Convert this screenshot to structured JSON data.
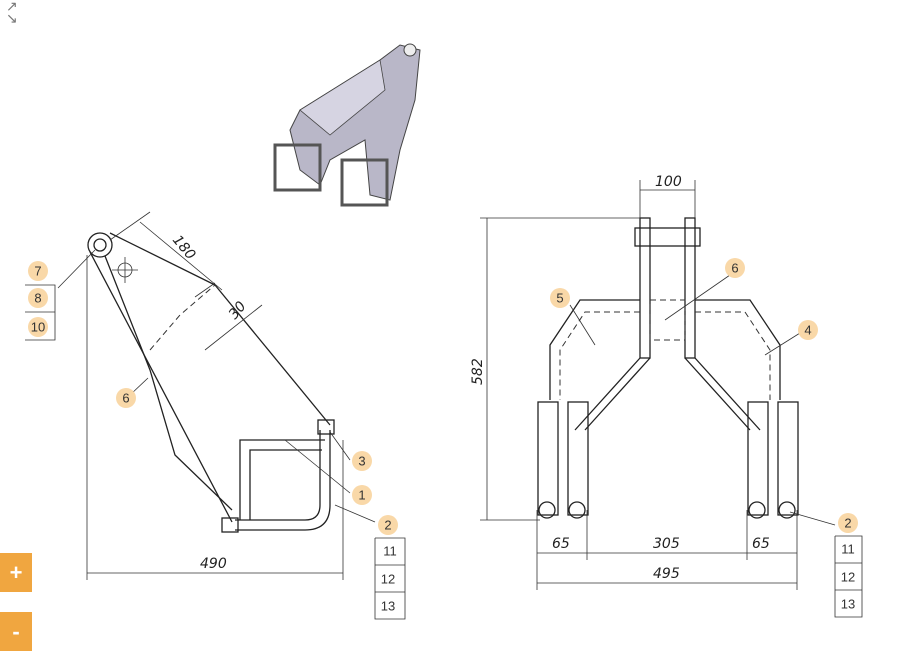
{
  "controls": {
    "zoom_in": "+",
    "zoom_out": "-",
    "expand_icon": "expand-arrows-icon"
  },
  "side_view": {
    "dimensions": {
      "arm_length": "180",
      "offset": "30",
      "total_width": "490"
    },
    "callouts": [
      "7",
      "8",
      "10",
      "6",
      "3",
      "1",
      "2",
      "11",
      "12",
      "13"
    ]
  },
  "front_view": {
    "dimensions": {
      "top_width": "100",
      "height": "582",
      "left_gap": "65",
      "center": "305",
      "right_gap": "65",
      "total_width": "495"
    },
    "callouts": [
      "5",
      "6",
      "4",
      "2",
      "11",
      "12",
      "13"
    ]
  },
  "colors": {
    "accent": "#f0a640",
    "callout_fill": "#f9d8a8"
  }
}
